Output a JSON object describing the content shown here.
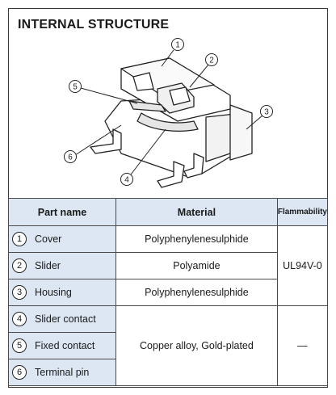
{
  "title": "INTERNAL STRUCTURE",
  "callouts": [
    "1",
    "2",
    "3",
    "4",
    "5",
    "6"
  ],
  "table": {
    "headers": {
      "part": "Part name",
      "material": "Material",
      "flammability": "Flammability"
    },
    "rows": [
      {
        "num": "1",
        "part": "Cover",
        "material": "Polyphenylenesulphide"
      },
      {
        "num": "2",
        "part": "Slider",
        "material": "Polyamide"
      },
      {
        "num": "3",
        "part": "Housing",
        "material": "Polyphenylenesulphide"
      },
      {
        "num": "4",
        "part": "Slider contact"
      },
      {
        "num": "5",
        "part": "Fixed contact",
        "material": "Copper alloy, Gold-plated"
      },
      {
        "num": "6",
        "part": "Terminal pin"
      }
    ],
    "flammability_group1": "UL94V-0",
    "flammability_group2": "—"
  }
}
